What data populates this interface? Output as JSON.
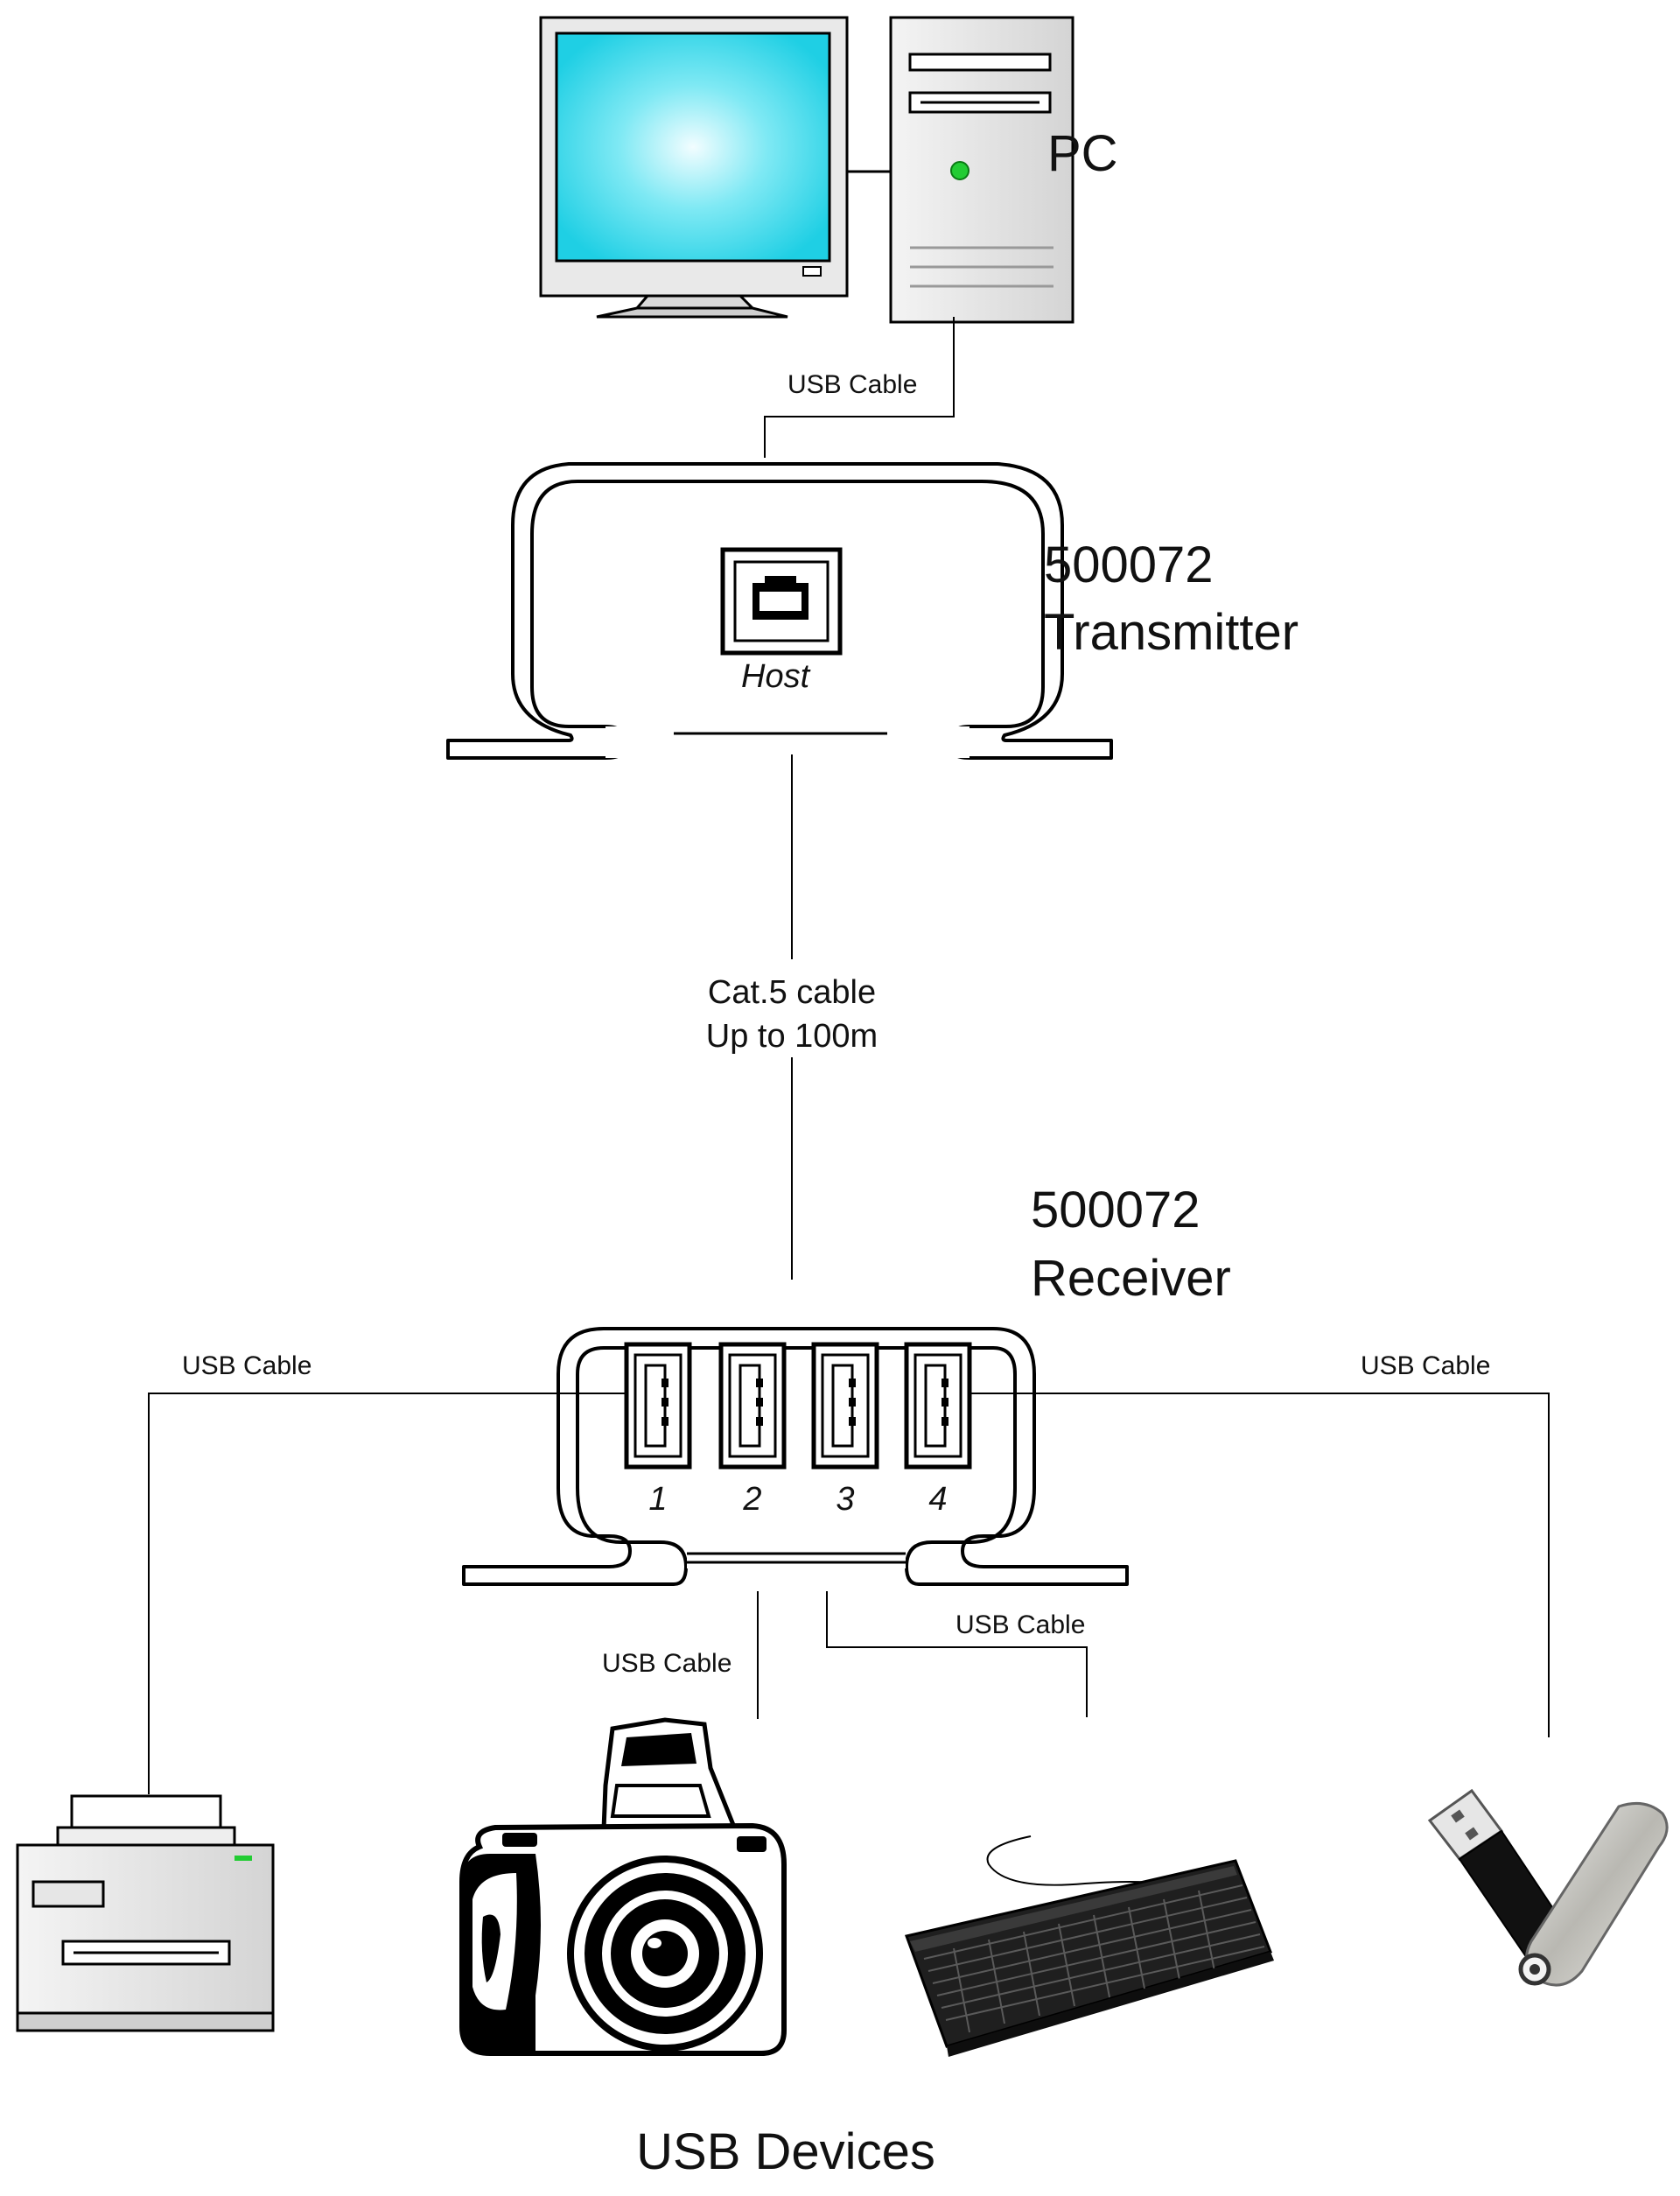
{
  "diagram": {
    "pc_label": "PC",
    "transmitter": {
      "model": "500072",
      "name": "Transmitter",
      "port_label": "Host"
    },
    "receiver": {
      "model": "500072",
      "name": "Receiver",
      "port_numbers": [
        "1",
        "2",
        "3",
        "4"
      ]
    },
    "cables": {
      "pc_to_transmitter": "USB Cable",
      "link_line1": "Cat.5 cable",
      "link_line2": "Up to 100m",
      "to_printer": "USB Cable",
      "to_camera": "USB Cable",
      "to_keyboard": "USB Cable",
      "to_flash_drive": "USB Cable"
    },
    "devices_label": "USB Devices",
    "devices": [
      "printer",
      "camera",
      "keyboard",
      "flash-drive"
    ],
    "colors": {
      "screen": "#1fd2e6",
      "power_led": "#22cc33",
      "line": "#000000"
    }
  }
}
